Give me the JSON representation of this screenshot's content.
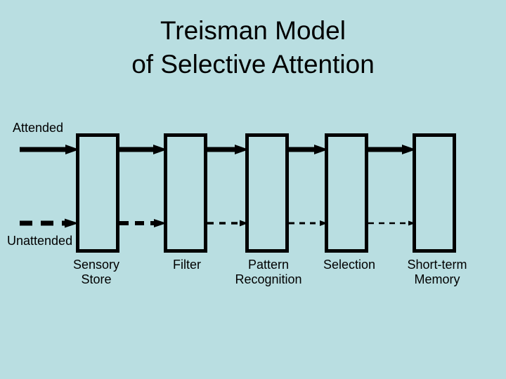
{
  "slide": {
    "title": {
      "line1": "Treisman Model",
      "line2": "of Selective Attention"
    },
    "background_color": "#B9DEE1",
    "text_color": "#000000"
  },
  "diagram": {
    "attended_label": "Attended",
    "unattended_label": "Unattended",
    "stages": [
      {
        "name": "Sensory Store",
        "line1": "Sensory",
        "line2": "Store"
      },
      {
        "name": "Filter",
        "line1": "Filter",
        "line2": ""
      },
      {
        "name": "Pattern Recognition",
        "line1": "Pattern",
        "line2": "Recognition"
      },
      {
        "name": "Selection",
        "line1": "Selection",
        "line2": ""
      },
      {
        "name": "Short-term Memory",
        "line1": "Short-term",
        "line2": "Memory"
      }
    ]
  }
}
